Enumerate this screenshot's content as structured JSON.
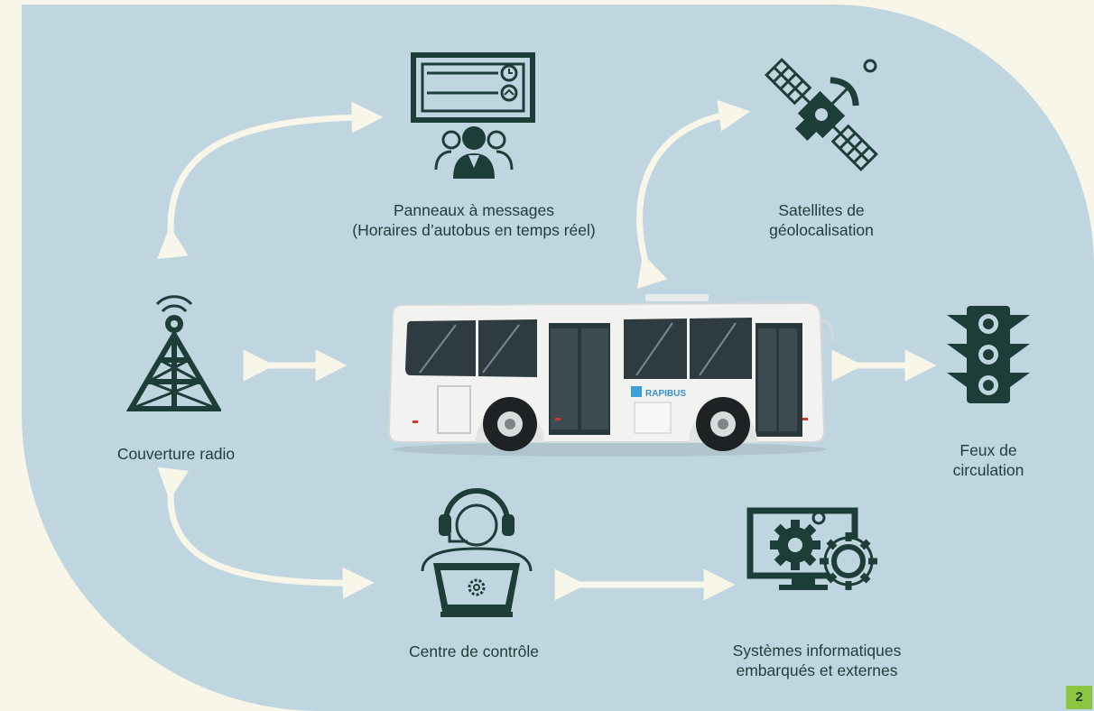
{
  "nodes": {
    "message_panels": {
      "line1": "Panneaux à messages",
      "line2": "(Horaires d’autobus en temps réel)"
    },
    "satellites": {
      "line1": "Satellites de",
      "line2": "géolocalisation"
    },
    "radio": {
      "line1": "Couverture radio"
    },
    "traffic_lights": {
      "line1": "Feux de",
      "line2": "circulation"
    },
    "control_center": {
      "line1": "Centre de contrôle"
    },
    "it_systems": {
      "line1": "Systèmes informatiques",
      "line2": "embarqués et externes"
    }
  },
  "bus": {
    "brand": "RAPIBUS"
  },
  "page_number": "2",
  "colors": {
    "background": "#f8f5e9",
    "panel": "#bfd5df",
    "icon": "#1d3e38",
    "arrow": "#f8f5e9",
    "accent": "#8cc63f"
  },
  "icons": [
    "message-board-icon",
    "people-icon",
    "satellite-icon",
    "radio-tower-icon",
    "traffic-light-icon",
    "operator-headset-icon",
    "laptop-gear-icon",
    "monitor-gears-icon",
    "bus-illustration"
  ]
}
